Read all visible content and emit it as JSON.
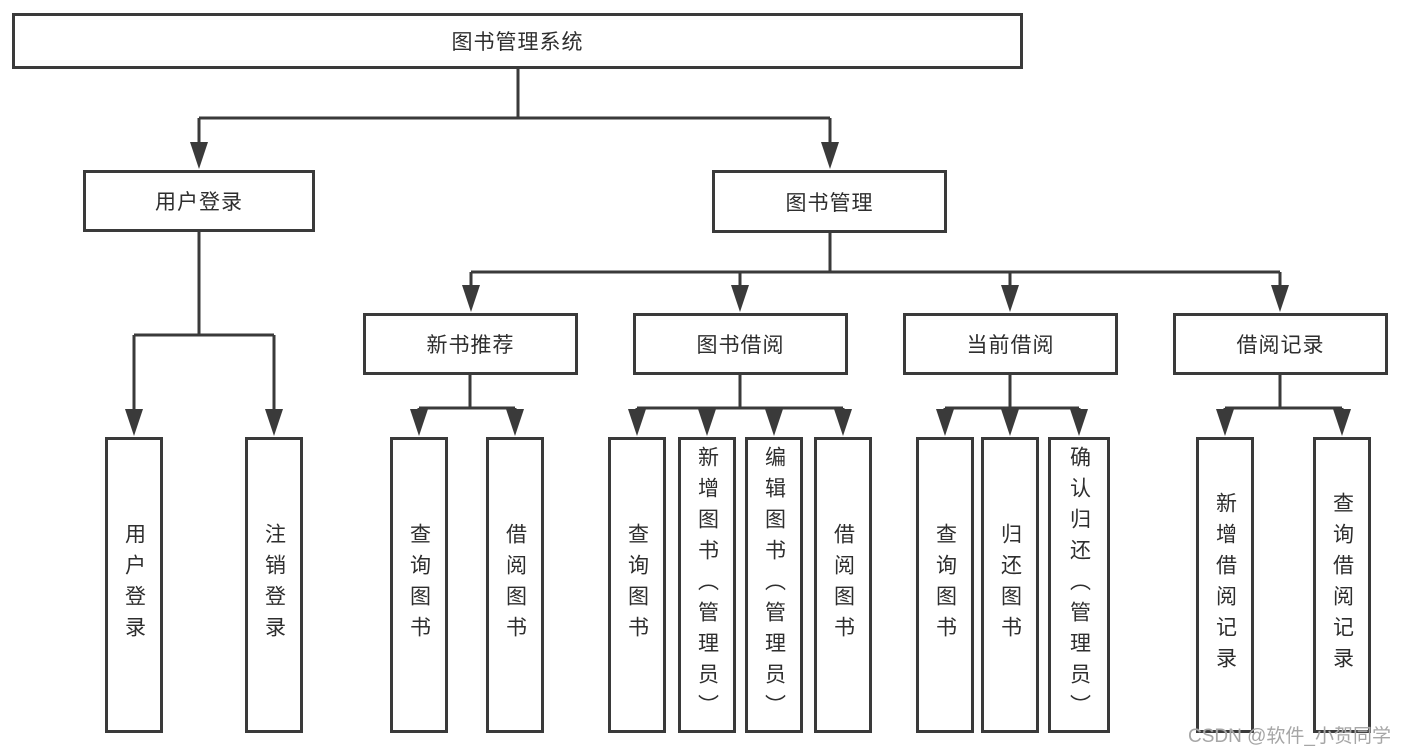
{
  "diagram": {
    "root": {
      "label": "图书管理系统"
    },
    "level2": [
      {
        "label": "用户登录"
      },
      {
        "label": "图书管理"
      }
    ],
    "level3": [
      {
        "label": "新书推荐"
      },
      {
        "label": "图书借阅"
      },
      {
        "label": "当前借阅"
      },
      {
        "label": "借阅记录"
      }
    ],
    "leaves": {
      "user_login": [
        "用户登录",
        "注销登录"
      ],
      "new_book_rec": [
        "查询图书",
        "借阅图书"
      ],
      "book_borrow": [
        "查询图书",
        "新增图书（管理员）",
        "编辑图书（管理员）",
        "借阅图书"
      ],
      "current_borrow": [
        "查询图书",
        "归还图书",
        "确认归还（管理员）"
      ],
      "borrow_records": [
        "新增借阅记录",
        "查询借阅记录"
      ]
    }
  },
  "watermark": {
    "text": "CSDN @软件_小贺同学"
  },
  "colors": {
    "line": "#3a3a3a",
    "text": "#2e2e2e",
    "background": "#ffffff",
    "watermark": "#a6a6a6"
  }
}
